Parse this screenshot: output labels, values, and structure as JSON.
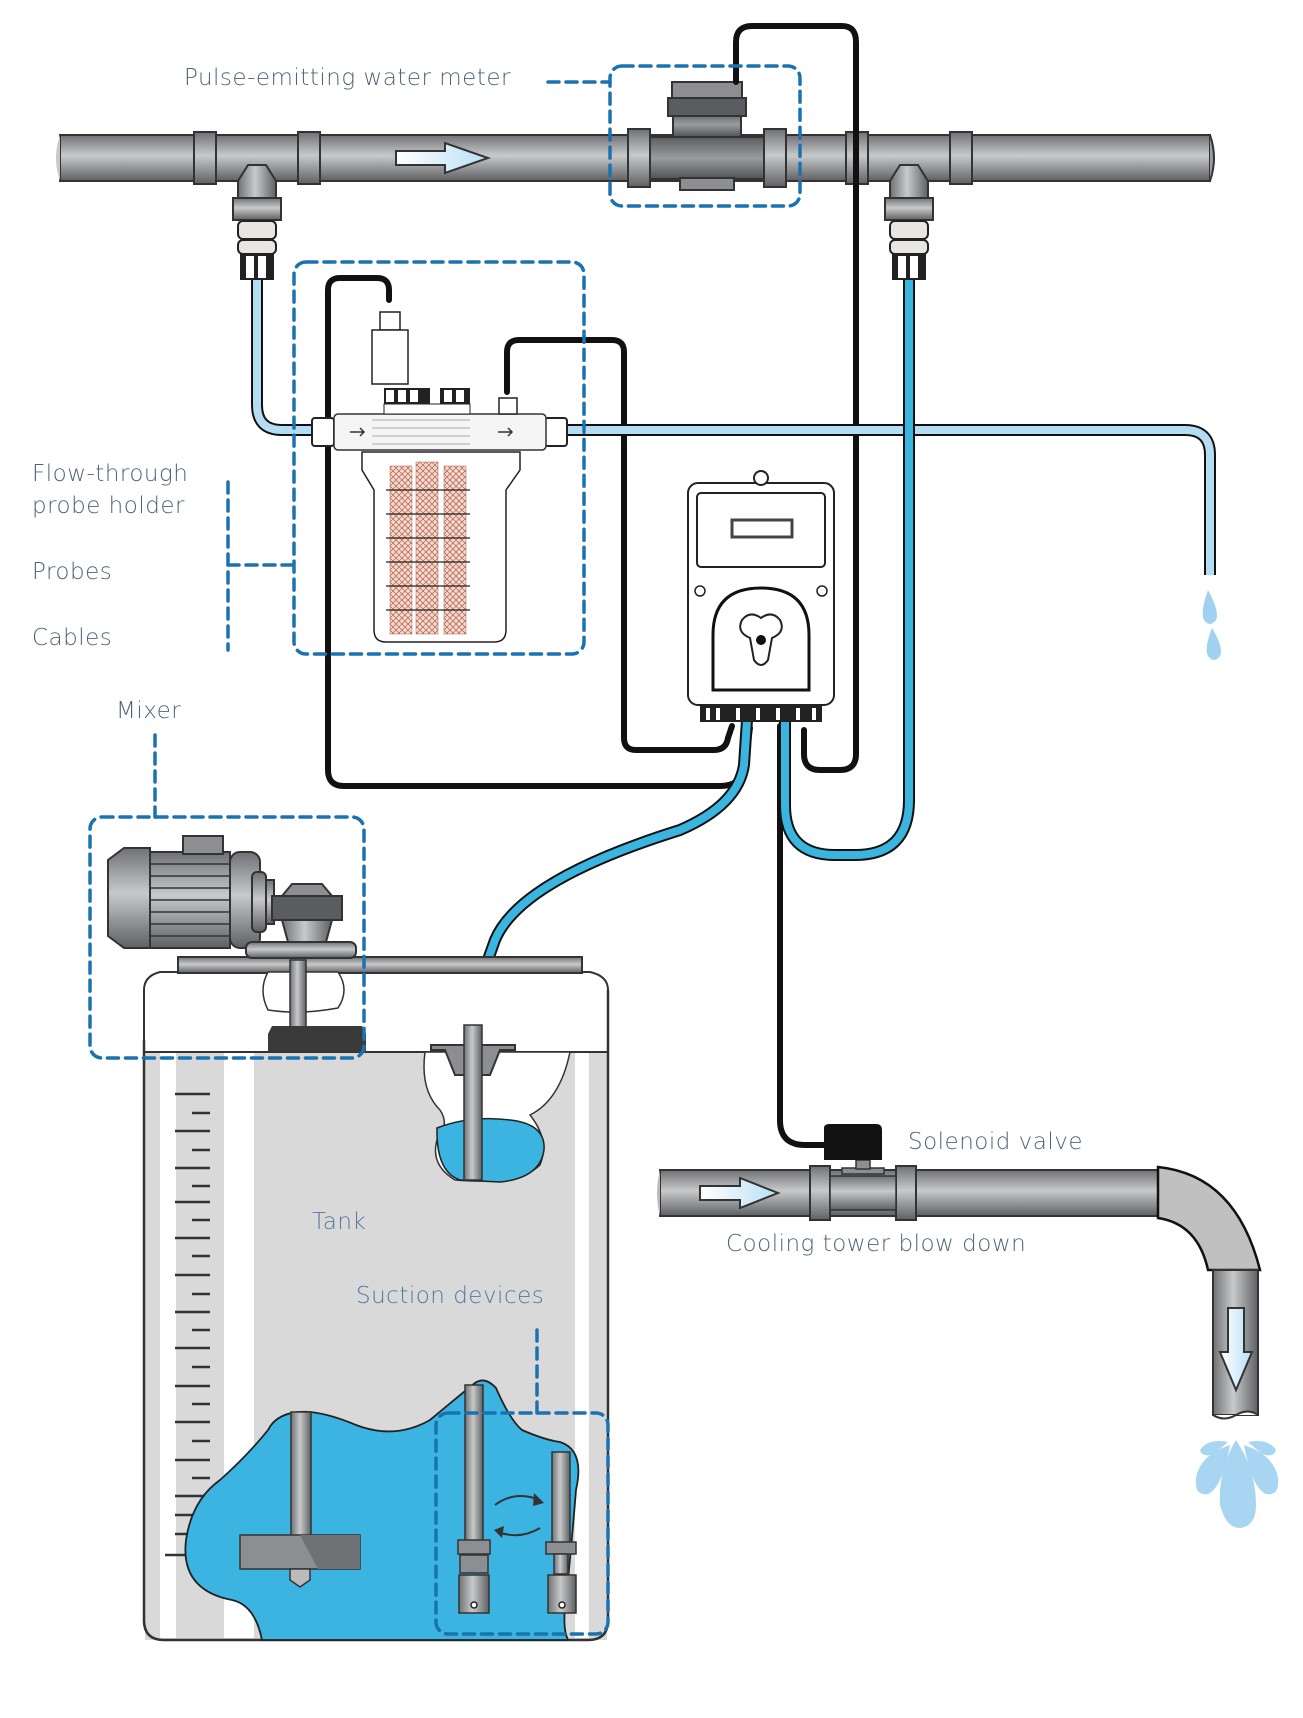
{
  "title": "Cooling tower water treatment installation diagram",
  "labels": {
    "water_meter": "Pulse-emitting water meter",
    "probe_holder_line1": "Flow-through",
    "probe_holder_line2": "probe holder",
    "probes": "Probes",
    "cables": "Cables",
    "mixer": "Mixer",
    "tank": "Tank",
    "suction_devices": "Suction devices",
    "solenoid_valve": "Solenoid valve",
    "blow_down": "Cooling tower blow down"
  },
  "components": [
    {
      "id": "main-pipe",
      "name": "Main water pipe",
      "flow_direction": "right"
    },
    {
      "id": "water-meter",
      "name": "Pulse-emitting water meter"
    },
    {
      "id": "probe-holder",
      "name": "Flow-through probe holder",
      "probes": 2
    },
    {
      "id": "dosing-pump",
      "name": "Peristaltic dosing pump controller"
    },
    {
      "id": "mixer",
      "name": "Mixer"
    },
    {
      "id": "tank",
      "name": "Tank"
    },
    {
      "id": "suction-devices",
      "name": "Suction devices",
      "count": 2
    },
    {
      "id": "solenoid-valve",
      "name": "Solenoid valve"
    },
    {
      "id": "blow-down-pipe",
      "name": "Cooling tower blow down",
      "flow_direction": "right-then-down"
    }
  ],
  "colors": {
    "callout_dash": "#1a72b0",
    "tube_light_blue": "#b4dcf2",
    "tube_blue": "#3ab5e0",
    "liquid_blue": "#3bb4e2",
    "pipe_gray": "#8c8e91",
    "cable_black": "#111111",
    "label_text": "#4f6478",
    "tank_fill": "#d9d9d9"
  }
}
